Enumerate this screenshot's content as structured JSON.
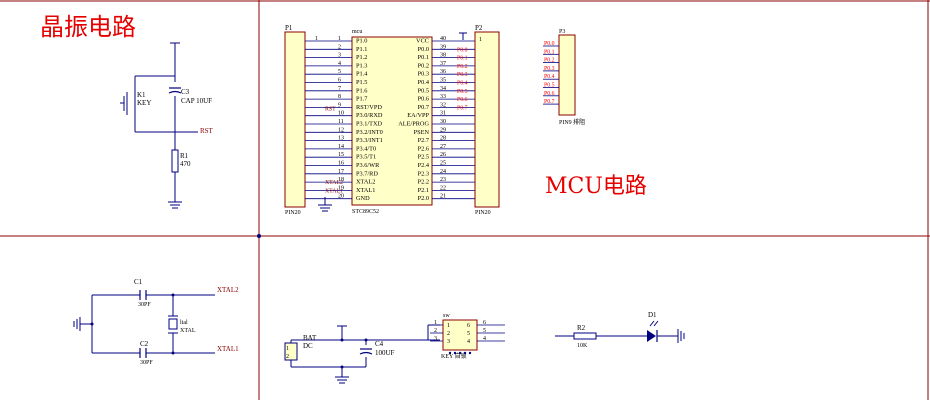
{
  "headings": {
    "crystal": "晶振电路",
    "mcu": "MCU电路"
  },
  "k1": {
    "ref": "K1",
    "value": "KEY"
  },
  "c3": {
    "ref": "C3",
    "value": "CAP 10UF"
  },
  "r1": {
    "ref": "R1",
    "value": "470"
  },
  "rst_net": "RST",
  "p1": {
    "ref": "P1",
    "footprint": "PIN20",
    "pin_no": "1"
  },
  "p2": {
    "ref": "P2",
    "footprint": "PIN20",
    "pin_no": "1"
  },
  "mcu": {
    "ref": "mcu",
    "part": "STC89C52",
    "left_pins": [
      {
        "num": "1",
        "name": "P1.0"
      },
      {
        "num": "2",
        "name": "P1.1"
      },
      {
        "num": "3",
        "name": "P1.2"
      },
      {
        "num": "4",
        "name": "P1.3"
      },
      {
        "num": "5",
        "name": "P1.4"
      },
      {
        "num": "6",
        "name": "P1.5"
      },
      {
        "num": "7",
        "name": "P1.6"
      },
      {
        "num": "8",
        "name": "P1.7"
      },
      {
        "num": "9",
        "name": "RST/VPD",
        "net": "RST"
      },
      {
        "num": "10",
        "name": "P3.0/RXD"
      },
      {
        "num": "11",
        "name": "P3.1/TXD"
      },
      {
        "num": "12",
        "name": "P3.2/INT0"
      },
      {
        "num": "13",
        "name": "P3.3/INT1"
      },
      {
        "num": "14",
        "name": "P3.4/T0"
      },
      {
        "num": "15",
        "name": "P3.5/T1"
      },
      {
        "num": "16",
        "name": "P3.6/WR"
      },
      {
        "num": "17",
        "name": "P3.7/RD"
      },
      {
        "num": "18",
        "name": "XTAL2",
        "net": "XTAL2"
      },
      {
        "num": "19",
        "name": "XTAL1",
        "net": "XTAL1"
      },
      {
        "num": "20",
        "name": "GND"
      }
    ],
    "right_pins": [
      {
        "num": "40",
        "name": "VCC"
      },
      {
        "num": "39",
        "name": "P0.0",
        "net": "P0.0"
      },
      {
        "num": "38",
        "name": "P0.1",
        "net": "P0.1"
      },
      {
        "num": "37",
        "name": "P0.2",
        "net": "P0.2"
      },
      {
        "num": "36",
        "name": "P0.3",
        "net": "P0.3"
      },
      {
        "num": "35",
        "name": "P0.4",
        "net": "P0.4"
      },
      {
        "num": "34",
        "name": "P0.5",
        "net": "P0.5"
      },
      {
        "num": "33",
        "name": "P0.6",
        "net": "P0.6"
      },
      {
        "num": "32",
        "name": "P0.7",
        "net": "P0.7"
      },
      {
        "num": "31",
        "name": "EA/VPP"
      },
      {
        "num": "30",
        "name": "ALE/PROG"
      },
      {
        "num": "29",
        "name": "PSEN"
      },
      {
        "num": "28",
        "name": "P2.7"
      },
      {
        "num": "27",
        "name": "P2.6"
      },
      {
        "num": "26",
        "name": "P2.5"
      },
      {
        "num": "25",
        "name": "P2.4"
      },
      {
        "num": "24",
        "name": "P2.3"
      },
      {
        "num": "23",
        "name": "P2.2"
      },
      {
        "num": "22",
        "name": "P2.1"
      },
      {
        "num": "21",
        "name": "P2.0"
      }
    ]
  },
  "p3": {
    "ref": "P3",
    "label": "PIN9 排阻",
    "nets": [
      "P0.0",
      "P0.1",
      "P0.2",
      "P0.3",
      "P0.4",
      "P0.5",
      "P0.6",
      "P0.7"
    ]
  },
  "crystal": {
    "c1": {
      "ref": "C1",
      "value": "30PF"
    },
    "c2": {
      "ref": "C2",
      "value": "30PF"
    },
    "y1": {
      "ref": "ltal",
      "value": "XTAL"
    },
    "net_top": "XTAL2",
    "net_bottom": "XTAL1"
  },
  "power": {
    "bat": {
      "ref": "BAT",
      "value": "DC"
    },
    "c4": {
      "ref": "C4",
      "value": "100UF"
    },
    "sw": {
      "ref": "sw",
      "label": "KEY 自锁",
      "left": [
        "1",
        "2",
        "3"
      ],
      "right": [
        "6",
        "5",
        "4"
      ],
      "outer_left": [
        "1",
        "2",
        "3"
      ],
      "outer_right": [
        "6",
        "5",
        "4"
      ]
    }
  },
  "led": {
    "r2": {
      "ref": "R2",
      "value": "10K"
    },
    "d1": {
      "ref": "D1"
    }
  },
  "colors": {
    "frame": "#8b0000",
    "wire": "#000080",
    "part_fill": "#ffffc8",
    "net": "#ff0000",
    "heading": "#e60000"
  }
}
